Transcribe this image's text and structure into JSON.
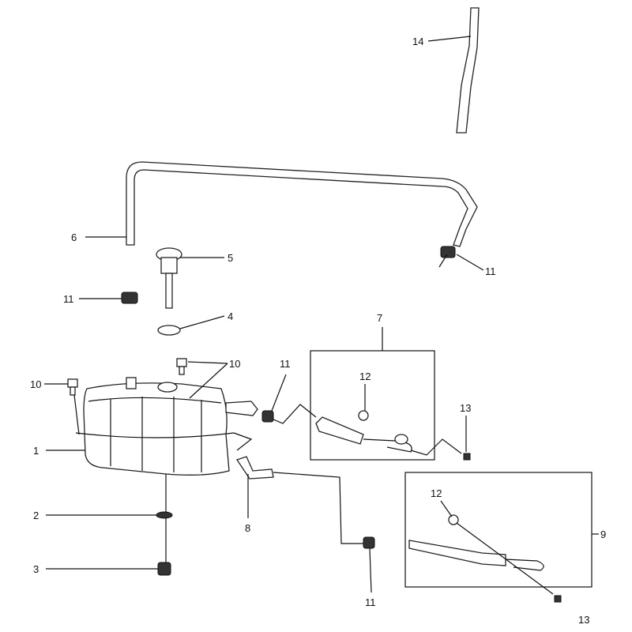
{
  "callouts": {
    "c14": "14",
    "c6": "6",
    "c5": "5",
    "c11a": "11",
    "c11b": "11",
    "c4": "4",
    "c7": "7",
    "c10a": "10",
    "c11c": "11",
    "c10b": "10",
    "c12a": "12",
    "c13a": "13",
    "c1": "1",
    "c12b": "12",
    "c2": "2",
    "c8": "8",
    "c9": "9",
    "c3": "3",
    "c11d": "11",
    "c13b": "13"
  }
}
